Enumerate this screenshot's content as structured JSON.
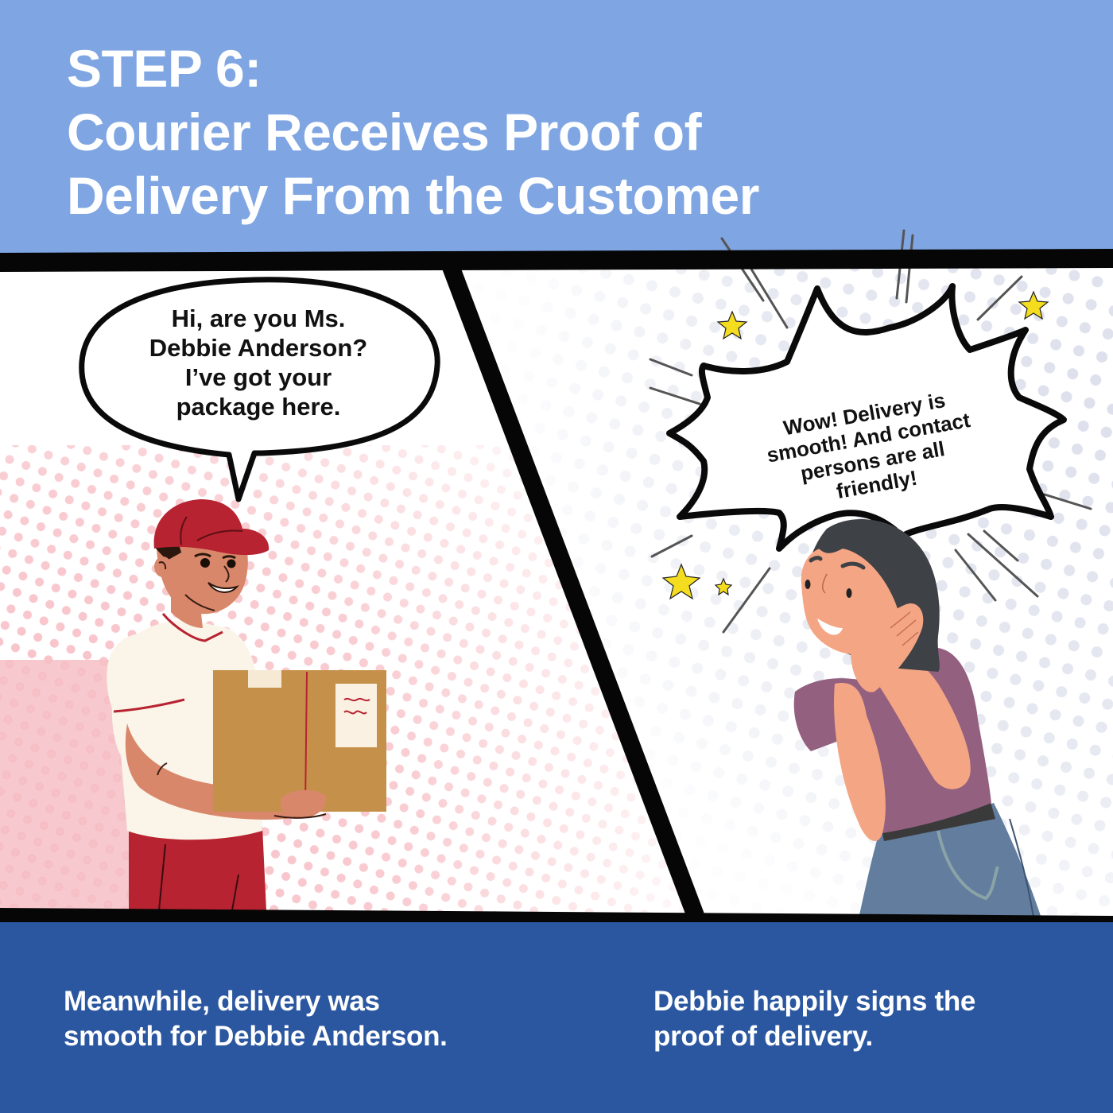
{
  "header": {
    "title_lines": [
      "STEP 6:",
      "Courier Receives Proof of",
      "Delivery From the Customer"
    ],
    "background": "#7fa6e3"
  },
  "panel_left": {
    "speech_bubble_lines": [
      "Hi, are you Ms.",
      "Debbie Anderson?",
      "I’ve got your",
      "package here."
    ],
    "character": "courier-holding-box",
    "halftone_color": "#f5b8bf"
  },
  "panel_right": {
    "burst_bubble_lines": [
      "Wow! Delivery is",
      "smooth! And contact",
      "persons are all",
      "friendly!"
    ],
    "character": "happy-woman-hands-on-cheek",
    "halftone_color": "#d7dcea",
    "star_color": "#f4dc1f"
  },
  "footer": {
    "caption_left_lines": [
      "Meanwhile, delivery was",
      "smooth for Debbie Anderson."
    ],
    "caption_right_lines": [
      "Debbie happily signs the",
      "proof of delivery."
    ],
    "background": "#2b57a0"
  },
  "colors": {
    "border": "#060606",
    "text_light": "#ffffff",
    "text_dark": "#111111"
  }
}
